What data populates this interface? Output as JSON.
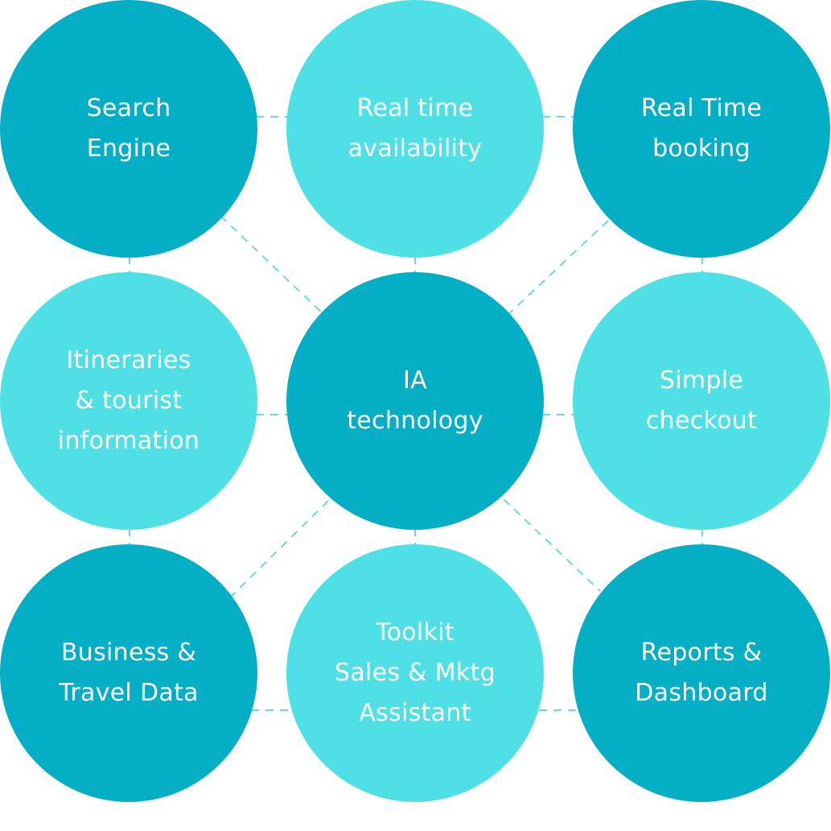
{
  "diagram": {
    "colors": {
      "dark": "#04aec4",
      "light": "#4ee0e4",
      "connector": "#69d9df"
    },
    "nodes": [
      {
        "id": "search-engine",
        "label": "Search\nEngine",
        "tone": "dark"
      },
      {
        "id": "real-time-availability",
        "label": "Real time\navailability",
        "tone": "light"
      },
      {
        "id": "real-time-booking",
        "label": "Real Time\nbooking",
        "tone": "dark"
      },
      {
        "id": "itineraries",
        "label": "Itineraries\n& tourist\ninformation",
        "tone": "light"
      },
      {
        "id": "ia-technology",
        "label": "IA\ntechnology",
        "tone": "dark"
      },
      {
        "id": "simple-checkout",
        "label": "Simple\ncheckout",
        "tone": "light"
      },
      {
        "id": "business-travel-data",
        "label": "Business &\nTravel Data",
        "tone": "dark"
      },
      {
        "id": "toolkit",
        "label": "Toolkit\nSales & Mktg\nAssistant",
        "tone": "light"
      },
      {
        "id": "reports-dashboard",
        "label": "Reports &\nDashboard",
        "tone": "dark"
      }
    ]
  }
}
